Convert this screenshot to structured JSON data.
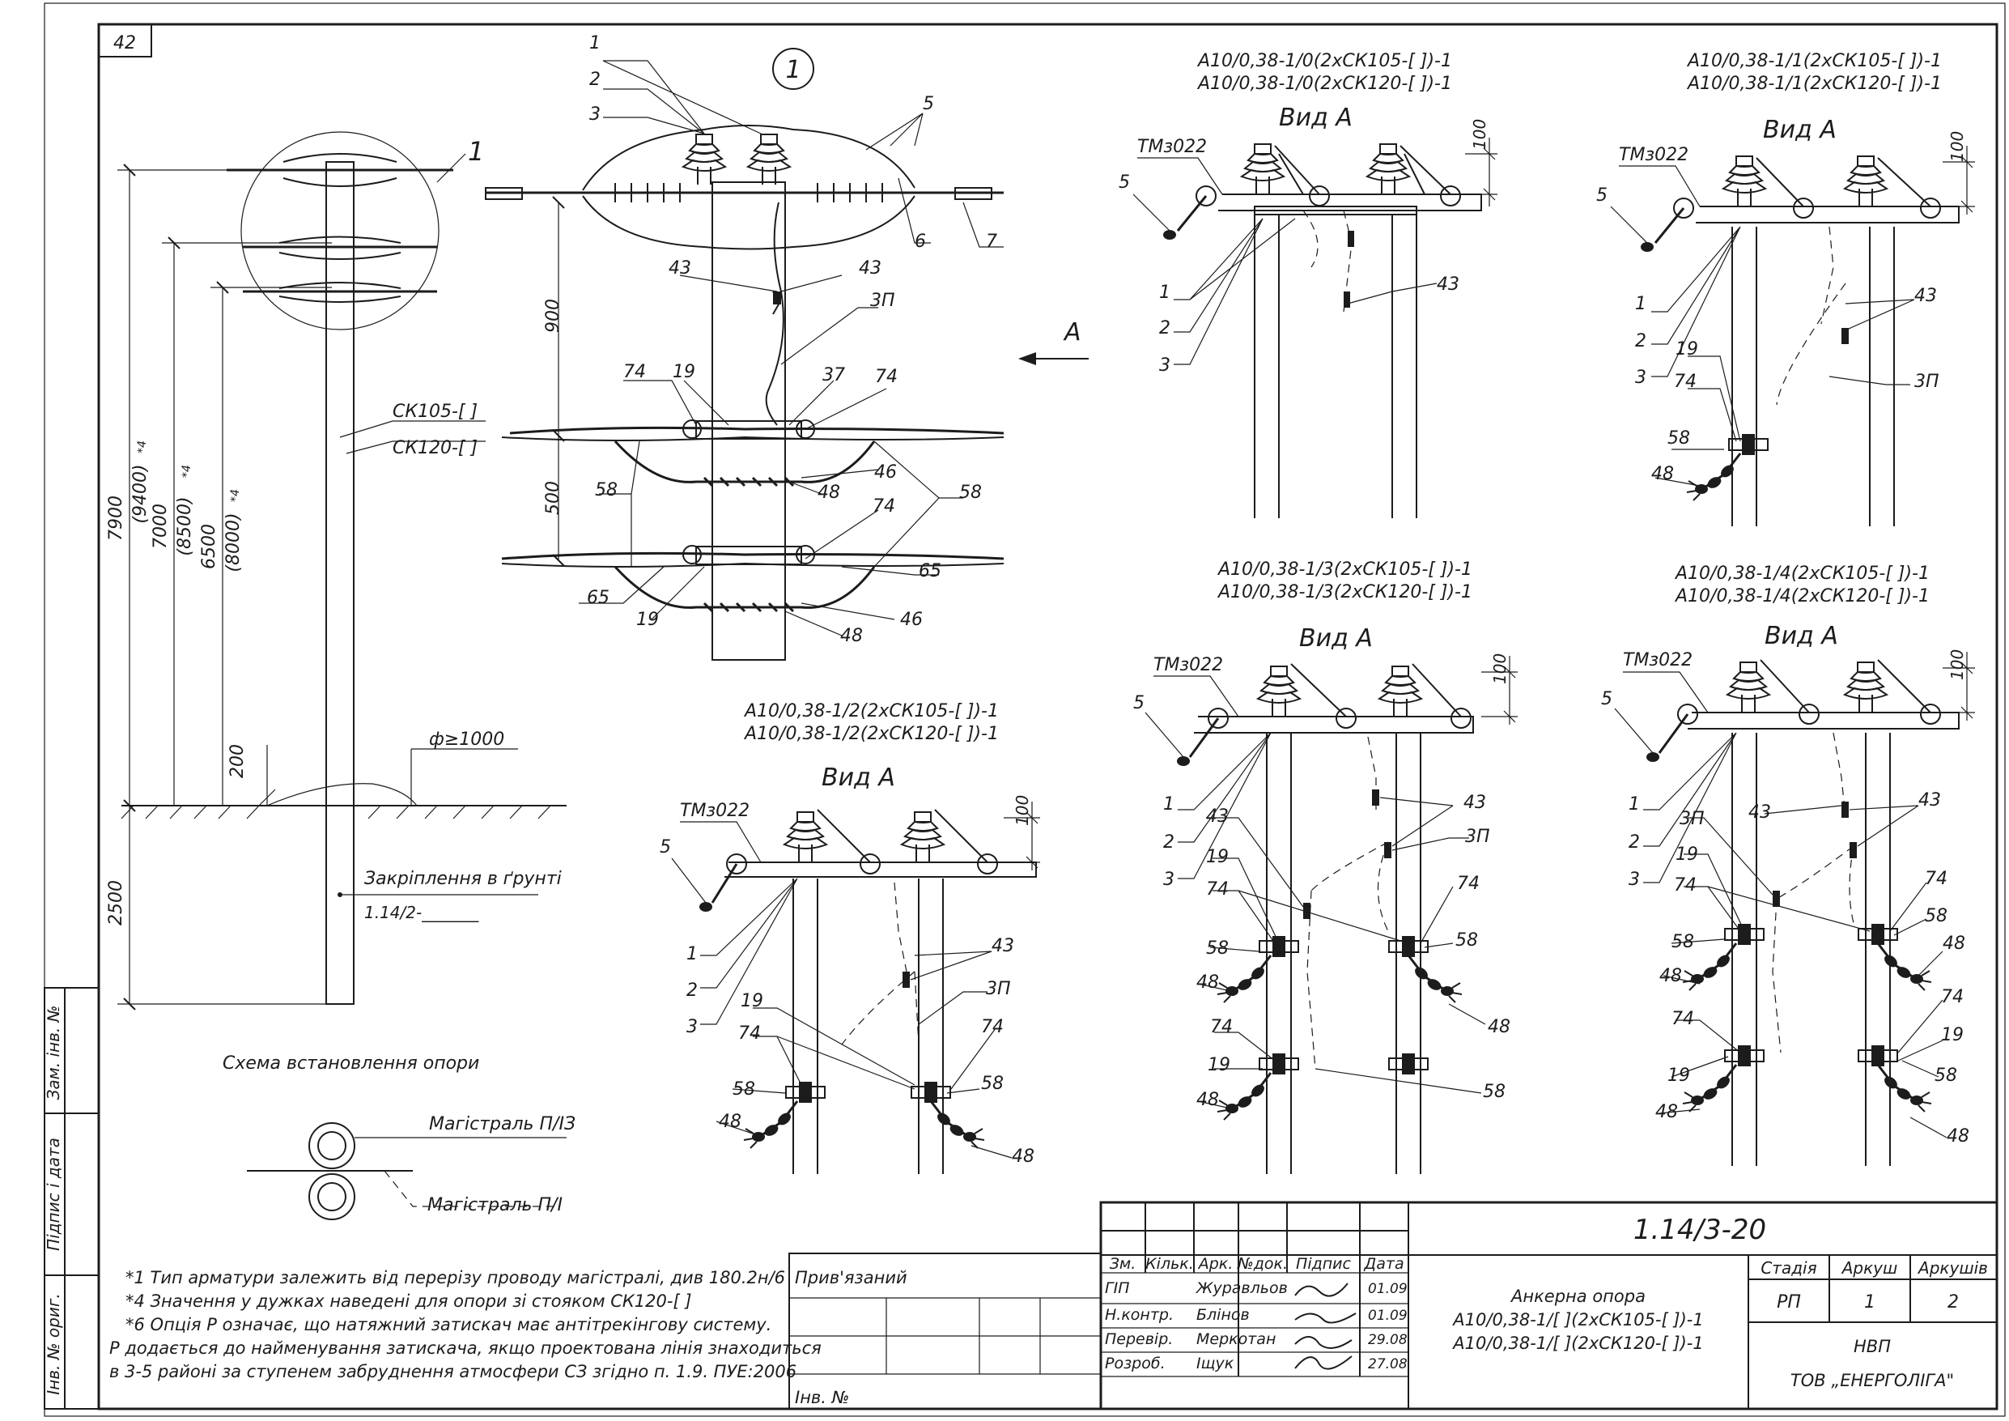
{
  "sheet_number": "42",
  "detail_id": "1",
  "pole": {
    "leader_label": "1",
    "type_label_1": "СК105-[    ]",
    "type_label_2": "СК120-[    ]",
    "dim_7900": "7900",
    "dim_9400": "(9400)",
    "dim_7000": "7000",
    "dim_8500": "(8500)",
    "dim_6500": "6500",
    "dim_8000": "(8000)",
    "footnote_mark": "*4",
    "dim_200": "200",
    "dim_2500": "2500",
    "dim_phi": "ф≥1000",
    "soil_label": "Закріплення в ґрунті",
    "soil_ref": "1.14/2-_______"
  },
  "detail": {
    "num_1": "1",
    "num_2": "2",
    "num_3": "3",
    "num_5": "5",
    "num_6": "6",
    "num_7": "7",
    "num_43a": "43",
    "num_43b": "43",
    "num_3p": "3П",
    "num_74a": "74",
    "num_19a": "19",
    "num_37": "37",
    "num_74b": "74",
    "num_46a": "46",
    "num_48a": "48",
    "num_58a": "58",
    "num_74c": "74",
    "num_58b": "58",
    "num_65a": "65",
    "num_65b": "65",
    "num_19b": "19",
    "num_48b": "48",
    "num_46b": "46",
    "dim_900": "900",
    "dim_500": "500",
    "arrow_label": "А"
  },
  "views": [
    {
      "title_1": "А10/0,38-1/0(2хСК105-[  ])-1",
      "title_2": "А10/0,38-1/0(2хСК120-[  ])-1",
      "view_label": "Вид А",
      "tm": "ТМз022",
      "dim": "100",
      "labels": [
        "5",
        "1",
        "2",
        "3",
        "43"
      ]
    },
    {
      "title_1": "А10/0,38-1/1(2хСК105-[  ])-1",
      "title_2": "А10/0,38-1/1(2хСК120-[  ])-1",
      "view_label": "Вид А",
      "tm": "ТМз022",
      "dim": "100",
      "labels": [
        "5",
        "1",
        "2",
        "3",
        "43",
        "19",
        "74",
        "3П",
        "58",
        "48"
      ]
    },
    {
      "title_1": "А10/0,38-1/2(2хСК105-[  ])-1",
      "title_2": "А10/0,38-1/2(2хСК120-[  ])-1",
      "view_label": "Вид А",
      "tm": "ТМз022",
      "dim": "100",
      "labels": [
        "5",
        "1",
        "2",
        "3",
        "43",
        "3П",
        "19",
        "74",
        "74",
        "58",
        "58",
        "48",
        "48"
      ]
    },
    {
      "title_1": "А10/0,38-1/3(2хСК105-[  ])-1",
      "title_2": "А10/0,38-1/3(2хСК120-[  ])-1",
      "view_label": "Вид А",
      "tm": "ТМз022",
      "dim": "100",
      "labels": [
        "5",
        "1",
        "2",
        "3",
        "43",
        "43",
        "3П",
        "19",
        "74",
        "74",
        "58",
        "58",
        "48",
        "48",
        "74",
        "19",
        "48",
        "58"
      ]
    },
    {
      "title_1": "А10/0,38-1/4(2хСК105-[  ])-1",
      "title_2": "А10/0,38-1/4(2хСК120-[  ])-1",
      "view_label": "Вид А",
      "tm": "ТМз022",
      "dim": "100",
      "labels": [
        "5",
        "1",
        "2",
        "3",
        "3П",
        "43",
        "43",
        "19",
        "74",
        "74",
        "58",
        "58",
        "48",
        "48",
        "74",
        "74",
        "19",
        "19",
        "58",
        "48",
        "48"
      ]
    }
  ],
  "scheme": {
    "title": "Схема встановлення опори",
    "line1": "Магістраль П/ІЗ",
    "line2": "Магістраль П/І"
  },
  "notes": [
    "*1 Тип арматури залежить від перерізу проводу магістралі, див 180.2н/6",
    "*4 Значення у дужках наведені для опори зі стояком СК120-[    ]",
    "*6 Опція Р означає, що натяжний затискач має антітрекінгову систему.",
    "Р додається до найменування затискача, якщо проектована лінія знаходиться",
    "в 3-5 районі за ступенем забруднення атмосфери СЗ згідно п. 1.9. ПУЕ:2006"
  ],
  "side_stamp": {
    "cell1": "Зам. інв. №",
    "cell2": "Підпис і дата",
    "cell3": "Інв. № ориг."
  },
  "tied_block": {
    "label": "Прив'язаний",
    "inv": "Інв. №"
  },
  "title_block": {
    "doc_code": "1.14/3-20",
    "headers": [
      "Зм.",
      "Кільк.",
      "Арк.",
      "№док.",
      "Підпис",
      "Дата"
    ],
    "rows": [
      {
        "role": "ГІП",
        "name": "Журавльов",
        "date": "01.09"
      },
      {
        "role": "Н.контр.",
        "name": "Блінов",
        "date": "01.09"
      },
      {
        "role": "Перевір.",
        "name": "Меркотан",
        "date": "29.08"
      },
      {
        "role": "Розроб.",
        "name": "Іщук",
        "date": "27.08"
      }
    ],
    "description_1": "Анкерна опора",
    "description_2": "А10/0,38-1/[  ](2хСК105-[  ])-1",
    "description_3": "А10/0,38-1/[  ](2хСК120-[  ])-1",
    "stage_header": "Стадія",
    "sheet_header": "Аркуш",
    "sheets_header": "Аркушів",
    "stage": "РП",
    "sheet": "1",
    "sheets": "2",
    "org_1": "НВП",
    "org_2": "ТОВ „ЕНЕРГОЛІГА\""
  }
}
